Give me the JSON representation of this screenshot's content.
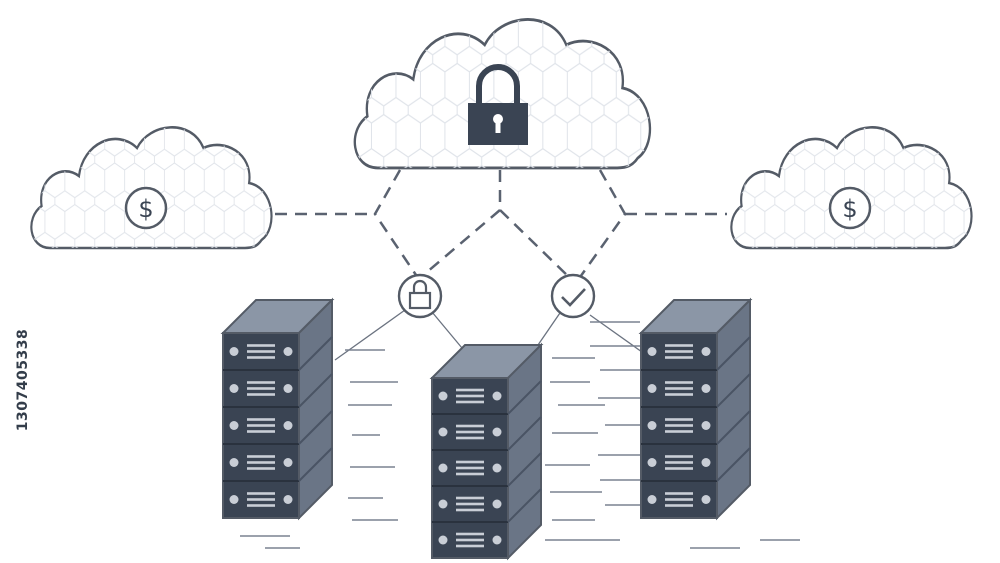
{
  "image": {
    "kind": "illustration",
    "stock_id": "1307405338"
  },
  "clouds": [
    {
      "role": "center",
      "icon": "padlock-icon"
    },
    {
      "role": "left",
      "icon": "dollar-icon"
    },
    {
      "role": "right",
      "icon": "dollar-icon"
    }
  ],
  "connectors": [
    {
      "icon": "padlock-icon"
    },
    {
      "icon": "check-icon"
    }
  ],
  "servers": {
    "count": 3,
    "units_per_rack": 5
  },
  "colors": {
    "outline": "#545b66",
    "server_front": "#3a4453",
    "server_top": "#8b96a6",
    "server_side": "#6a7586",
    "cloud_fill": "#ffffff",
    "cloud_pattern": "#d8dde4",
    "dash": "#5a6270",
    "background": "#ffffff"
  }
}
